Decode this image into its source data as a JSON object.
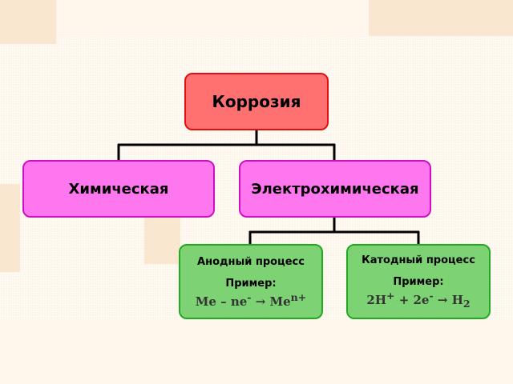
{
  "root": {
    "label": "Коррозия"
  },
  "branches": {
    "chemical": {
      "label": "Химическая"
    },
    "electrochemical": {
      "label": "Электрохимическая"
    }
  },
  "processes": {
    "anodic": {
      "title": "Анодный процесс",
      "example_label": "Пример:",
      "formula": {
        "a": "Me – ",
        "b": "ne",
        "b_sup": "-",
        "c": " → ",
        "d": "Me",
        "d_sup": "n+"
      }
    },
    "cathodic": {
      "title": "Катодный процесс",
      "example_label": "Пример:",
      "formula": {
        "a": "2H",
        "a_sup": "+",
        "b": " + 2e",
        "b_sup": "-",
        "c": " → ",
        "d": "H",
        "d_sub": "2"
      }
    }
  },
  "colors": {
    "root_fill": "#ff7070",
    "root_border": "#e01010",
    "branch_fill": "#ff77ee",
    "branch_border": "#d010c0",
    "leaf_fill": "#7dd373",
    "leaf_border": "#22aa22",
    "connector": "#000000"
  }
}
